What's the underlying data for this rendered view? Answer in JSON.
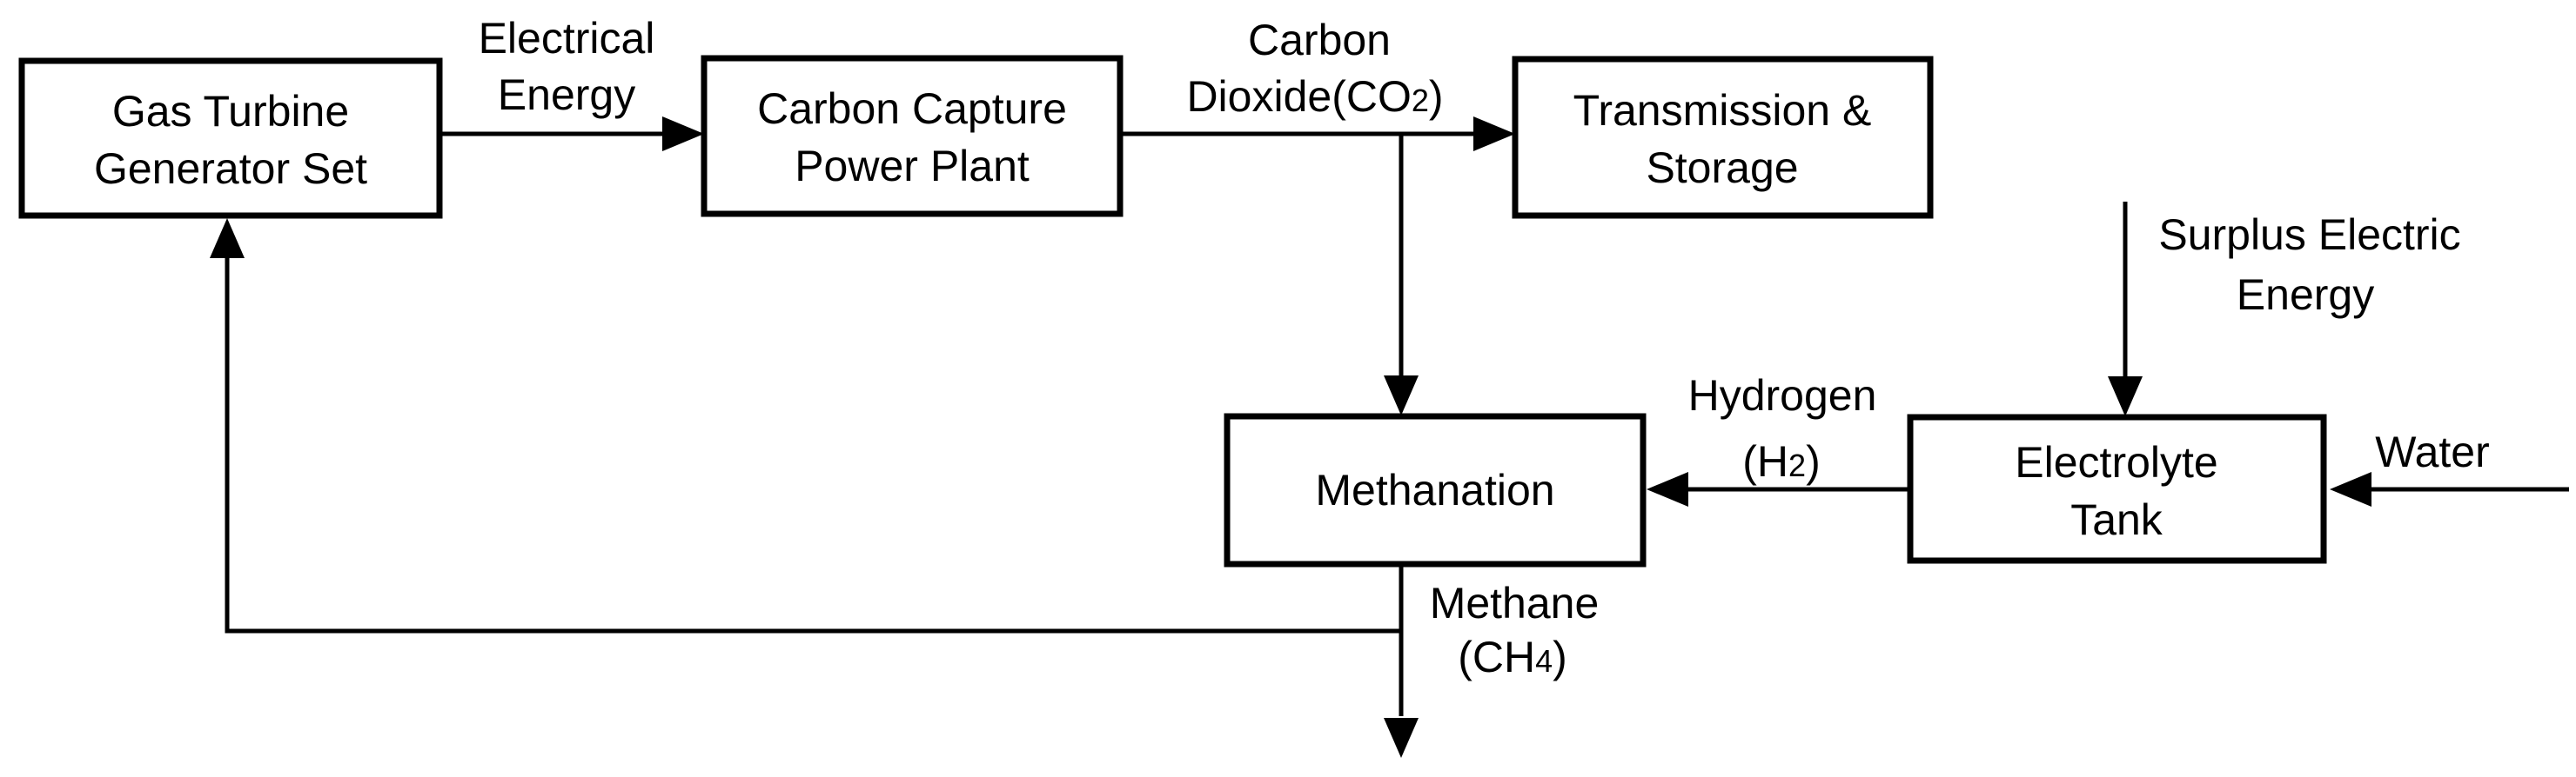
{
  "diagram": {
    "colors": {
      "background": "#ffffff",
      "line": "#000000",
      "text": "#000000"
    },
    "nodes": {
      "gas_turbine": {
        "line1": "Gas Turbine",
        "line2": "Generator Set"
      },
      "carbon_capture": {
        "line1": "Carbon Capture",
        "line2": "Power Plant"
      },
      "transmission": {
        "line1": "Transmission &",
        "line2": "Storage"
      },
      "methanation": {
        "line1": "Methanation"
      },
      "electrolyte": {
        "line1": "Electrolyte",
        "line2": "Tank"
      }
    },
    "flows": {
      "electrical": {
        "line1": "Electrical",
        "line2": "Energy"
      },
      "carbon_dioxide": {
        "line1": "Carbon",
        "line2_main": "Dioxide(CO",
        "line2_sub": "2",
        "line2_close": ")"
      },
      "surplus": {
        "line1": "Surplus Electric",
        "line2": "Energy"
      },
      "hydrogen": {
        "line1": "Hydrogen",
        "line2_main": "(H",
        "line2_sub": "2",
        "line2_close": ")"
      },
      "water": {
        "line1": "Water"
      },
      "methane": {
        "line1": "Methane",
        "line2_main": "(CH",
        "line2_sub": "4",
        "line2_close": ")"
      }
    }
  }
}
